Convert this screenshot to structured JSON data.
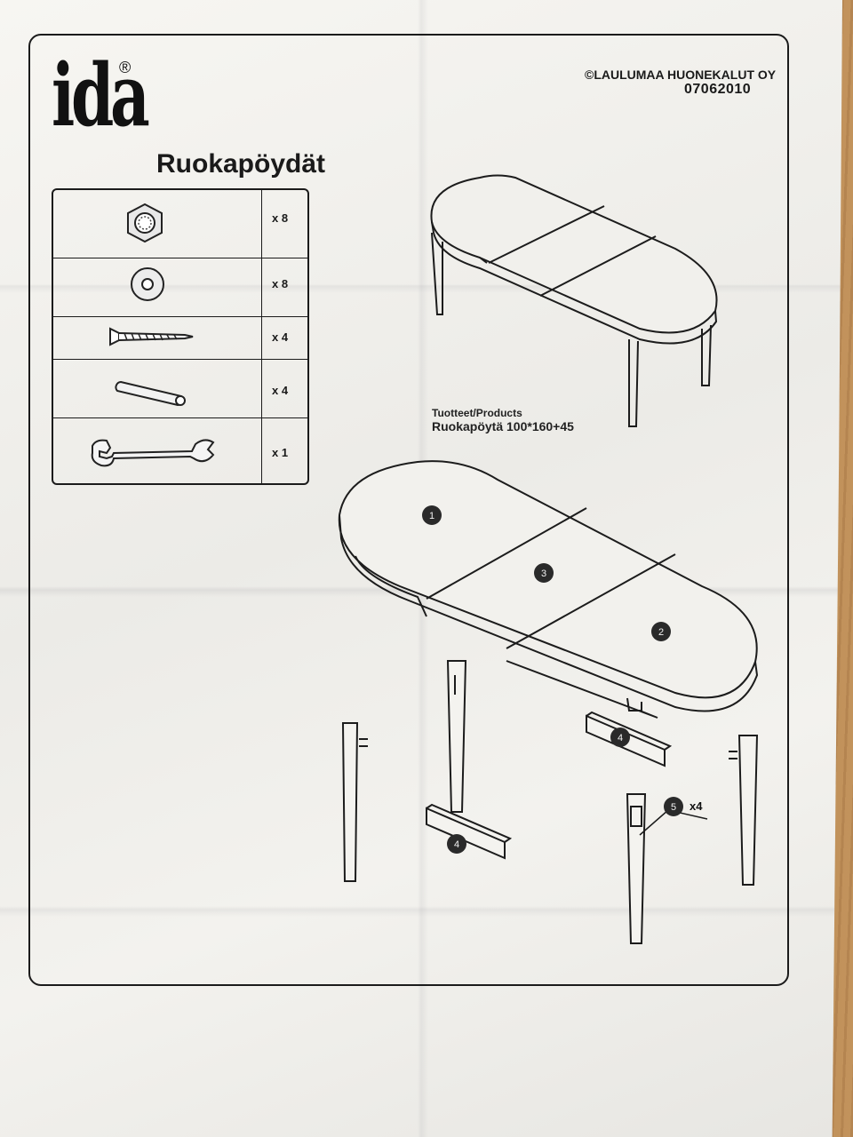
{
  "header": {
    "brand": "ida",
    "registered_mark": "®",
    "title": "Ruokapöydät",
    "copyright": "©LAULUMAA HUONEKALUT OY",
    "doc_number": "07062010"
  },
  "parts": [
    {
      "icon": "hex-nut-icon",
      "qty": "x 8"
    },
    {
      "icon": "washer-icon",
      "qty": "x 8"
    },
    {
      "icon": "screw-icon",
      "qty": "x 4"
    },
    {
      "icon": "dowel-icon",
      "qty": "x 4"
    },
    {
      "icon": "wrench-icon",
      "qty": "x 1"
    }
  ],
  "products": {
    "label": "Tuotteet/Products",
    "name": "Ruokapöytä 100*160+45"
  },
  "callouts": {
    "leaf_end_1": "1",
    "leaf_end_2": "2",
    "leaf_middle": "3",
    "apron_a": "4",
    "apron_b": "4",
    "bolt": "5",
    "bolt_qty": "x4"
  }
}
